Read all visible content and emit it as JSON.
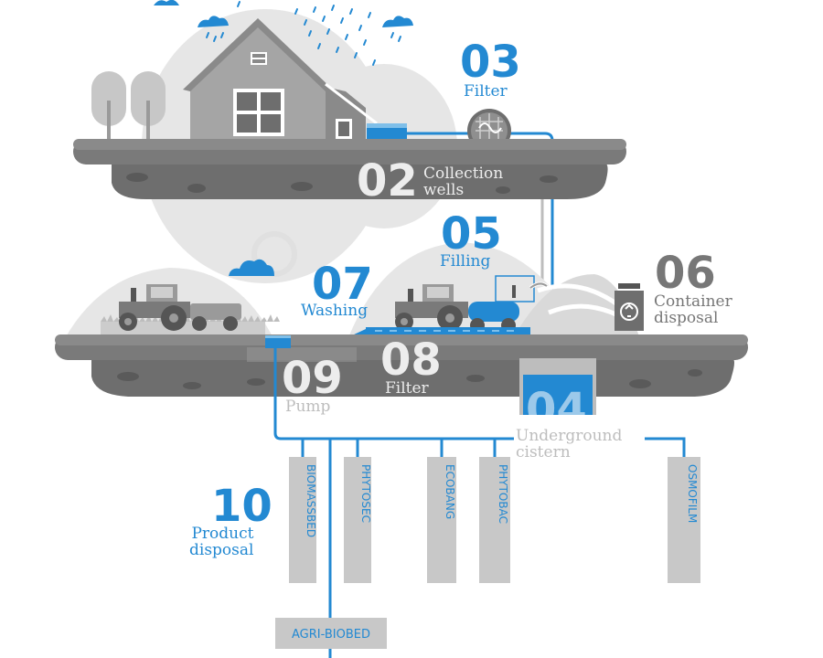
{
  "steps": [
    {
      "id": "03",
      "num": "03",
      "label": "Filter"
    },
    {
      "id": "02",
      "num": "02",
      "label": "Collection\nwells"
    },
    {
      "id": "05",
      "num": "05",
      "label": "Filling"
    },
    {
      "id": "06",
      "num": "06",
      "label": "Container\ndisposal"
    },
    {
      "id": "07",
      "num": "07",
      "label": "Washing"
    },
    {
      "id": "08",
      "num": "08",
      "label": "Filter"
    },
    {
      "id": "09",
      "num": "09",
      "label": "Pump"
    },
    {
      "id": "04",
      "num": "04",
      "label": "Underground\ncistern"
    },
    {
      "id": "10",
      "num": "10",
      "label": "Product\ndisposal"
    }
  ],
  "disposal_systems": [
    "BIOMASSBED",
    "PHYTOSEC",
    "ECOBANG",
    "PHYTOBAC",
    "OSMOFILM"
  ],
  "bottom_system": "AGRI-BIOBED",
  "colors": {
    "accent": "#2389d2",
    "ground": "#6e6e6e",
    "ground_dark": "#555555",
    "building": "#a5a5a5",
    "light": "#e3e3e3"
  },
  "icons": [
    "house-icon",
    "tree-icon",
    "cloud-icon",
    "rain-icon",
    "tractor-icon",
    "filter-disc-icon",
    "recycle-bin-icon",
    "sun-icon",
    "water-tank-icon"
  ]
}
